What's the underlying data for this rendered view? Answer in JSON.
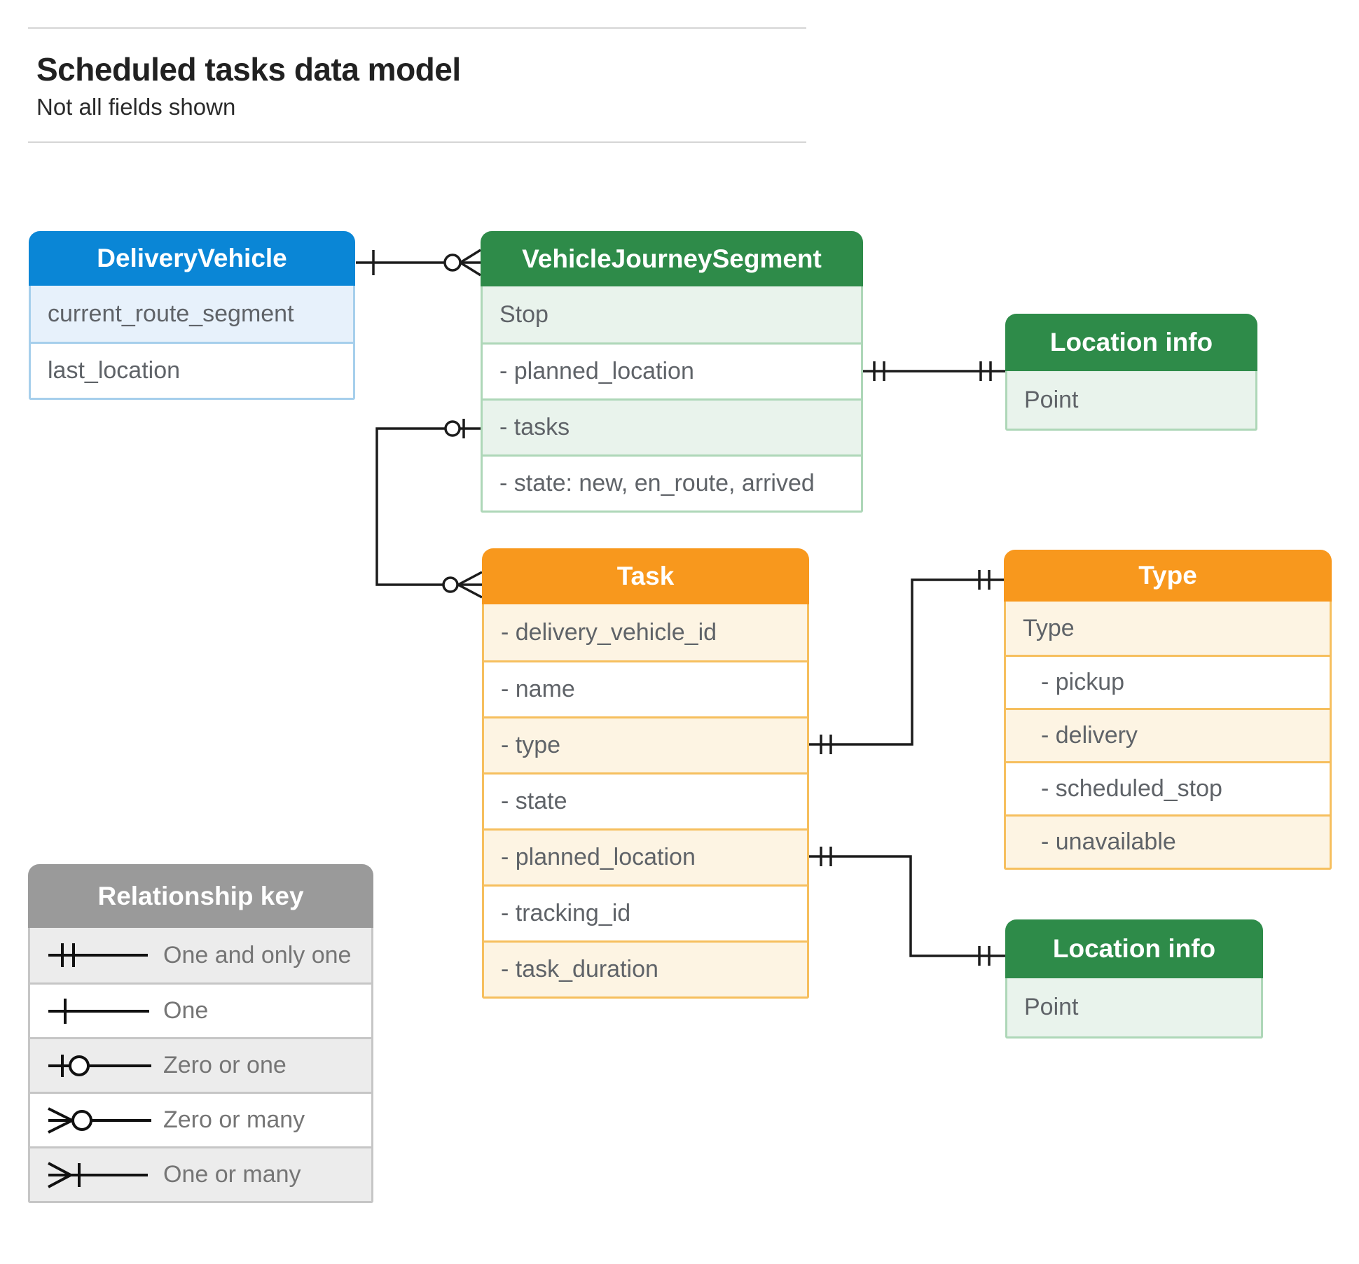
{
  "header": {
    "title": "Scheduled tasks data model",
    "subtitle": "Not all fields shown"
  },
  "tables": {
    "delivery_vehicle": {
      "title": "DeliveryVehicle",
      "rows": [
        "current_route_segment",
        "last_location"
      ]
    },
    "vehicle_journey_segment": {
      "title": "VehicleJourneySegment",
      "rows": [
        "Stop",
        "- planned_location",
        "- tasks",
        "- state: new, en_route, arrived"
      ]
    },
    "location_info_top": {
      "title": "Location info",
      "rows": [
        "Point"
      ]
    },
    "task": {
      "title": "Task",
      "rows": [
        "- delivery_vehicle_id",
        "- name",
        "- type",
        "- state",
        "- planned_location",
        "- tracking_id",
        "- task_duration"
      ]
    },
    "type": {
      "title": "Type",
      "rows": [
        "Type",
        "- pickup",
        "- delivery",
        "- scheduled_stop",
        "- unavailable"
      ]
    },
    "location_info_bottom": {
      "title": "Location info",
      "rows": [
        "Point"
      ]
    }
  },
  "legend": {
    "title": "Relationship key",
    "items": [
      {
        "symbol": "one-and-only-one",
        "label": "One and only one"
      },
      {
        "symbol": "one",
        "label": "One"
      },
      {
        "symbol": "zero-or-one",
        "label": "Zero or one"
      },
      {
        "symbol": "zero-or-many",
        "label": "Zero or many"
      },
      {
        "symbol": "one-or-many",
        "label": "One or many"
      }
    ]
  },
  "relationships": [
    {
      "from": "DeliveryVehicle",
      "from_cardinality": "one",
      "to": "VehicleJourneySegment",
      "to_cardinality": "zero-or-many"
    },
    {
      "from": "VehicleJourneySegment.tasks",
      "from_cardinality": "zero-or-one",
      "to": "Task",
      "to_cardinality": "zero-or-many"
    },
    {
      "from": "VehicleJourneySegment.planned_location",
      "from_cardinality": "one-and-only-one",
      "to": "Location info",
      "to_cardinality": "one-and-only-one"
    },
    {
      "from": "Task.type",
      "from_cardinality": "one-and-only-one",
      "to": "Type",
      "to_cardinality": "one-and-only-one"
    },
    {
      "from": "Task.planned_location",
      "from_cardinality": "one-and-only-one",
      "to": "Location info",
      "to_cardinality": "one-and-only-one"
    }
  ],
  "colors": {
    "blue_header": "#0a86d6",
    "green_header": "#2e8b49",
    "orange_header": "#f8981d",
    "gray_header": "#9a9a9a",
    "blue_row": "#e7f1fb",
    "green_row": "#e9f3ec",
    "orange_row": "#fdf4e3",
    "gray_row": "#ececec",
    "connector": "#1c1c1c",
    "row_text": "#5f6368"
  }
}
